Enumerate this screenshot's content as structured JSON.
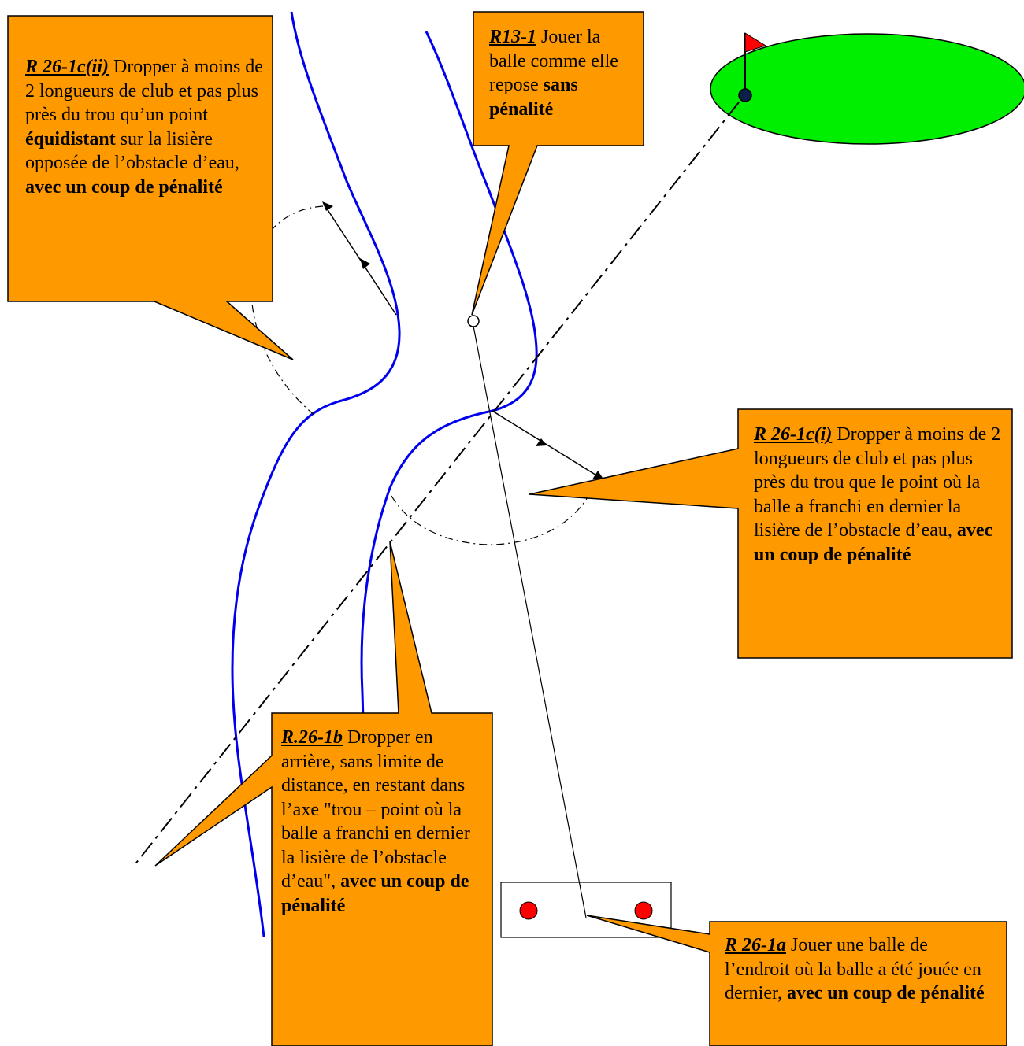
{
  "colors": {
    "callout_fill": "#ff9900",
    "callout_border": "#000000",
    "hazard_margin": "#0000ee",
    "green": "#00ee00",
    "flag": "#ff0000",
    "hole": "#0b1f4a",
    "tee_marker": "#ff0000",
    "lines": "#000000"
  },
  "callouts": {
    "r26_1c_ii": {
      "ref": "R 26-1c(ii)",
      "text1": " Dropper à moins de 2 longueurs de club et pas plus près du trou qu’un point ",
      "bold1": "équidistant",
      "text2": " sur la lisière  opposée de l’obstacle d’eau, ",
      "bold2": "avec un coup de pénalité"
    },
    "r13_1": {
      "ref": "R13-1",
      "text1": " Jouer la balle comme elle repose ",
      "bold1": "sans pénalité"
    },
    "r26_1c_i": {
      "ref": "R 26-1c(i)",
      "text1": " Dropper à moins de 2 longueurs de club et pas plus près du trou que le point où la balle a franchi en dernier la lisière de l’obstacle d’eau, ",
      "bold1": "avec un coup de pénalité"
    },
    "r26_1b": {
      "ref": "R.26-1b",
      "text1": "  Dropper en arrière, sans limite de distance, en restant dans l’axe \"trou – point où la balle a franchi en dernier la lisière de l’obstacle d’eau\", ",
      "bold1": "avec un coup de pénalité"
    },
    "r26_1a": {
      "ref": "R 26-1a",
      "text1": "  Jouer une balle de l’endroit où la balle  a été jouée en dernier, ",
      "bold1": "avec un coup de pénalité"
    }
  }
}
